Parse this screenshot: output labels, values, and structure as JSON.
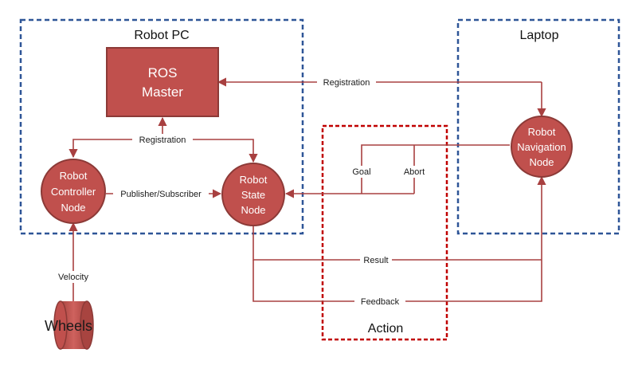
{
  "boxes": {
    "robot_pc": "Robot PC",
    "laptop": "Laptop",
    "action": "Action"
  },
  "nodes": {
    "ros_master": [
      "ROS",
      "Master"
    ],
    "robot_controller": [
      "Robot",
      "Controller",
      "Node"
    ],
    "robot_state": [
      "Robot",
      "State",
      "Node"
    ],
    "robot_navigation": [
      "Robot",
      "Navigation",
      "Node"
    ],
    "wheels": "Wheels"
  },
  "connections": {
    "registration_laptop": "Registration",
    "registration_local": "Registration",
    "publisher_subscriber": "Publisher/Subscriber",
    "goal": "Goal",
    "abort": "Abort",
    "result": "Result",
    "feedback": "Feedback",
    "velocity": "Velocity"
  },
  "colors": {
    "node_fill": "#c0504d",
    "node_stroke": "#8c3a37",
    "arrow": "#a84040",
    "pc_box_border": "#2e5597",
    "action_box_border": "#c00000"
  }
}
